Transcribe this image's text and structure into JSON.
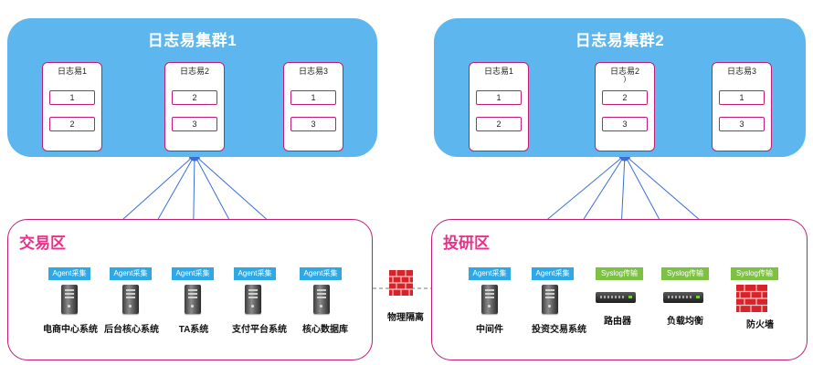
{
  "clusters": [
    {
      "title": "日志易集群1",
      "nodes": [
        {
          "label": "日志易1",
          "shards": [
            "1",
            "2"
          ]
        },
        {
          "label": "日志易2",
          "shards": [
            "2",
            "3"
          ]
        },
        {
          "label": "日志易3",
          "shards": [
            "1",
            "3"
          ]
        }
      ]
    },
    {
      "title": "日志易集群2",
      "nodes": [
        {
          "label": "日志易1",
          "shards": [
            "1",
            "2"
          ]
        },
        {
          "label": "日志易2",
          "stray": ")",
          "shards": [
            "2",
            "3"
          ]
        },
        {
          "label": "日志易3",
          "shards": [
            "1",
            "3"
          ]
        }
      ]
    }
  ],
  "zones": {
    "trade": {
      "title": "交易区",
      "devices": [
        {
          "tag": "Agent采集",
          "tag_type": "agent",
          "label": "电商中心系统",
          "icon": "server-icon"
        },
        {
          "tag": "Agent采集",
          "tag_type": "agent",
          "label": "后台核心系统",
          "icon": "server-icon"
        },
        {
          "tag": "Agent采集",
          "tag_type": "agent",
          "label": "TA系统",
          "icon": "server-icon"
        },
        {
          "tag": "Agent采集",
          "tag_type": "agent",
          "label": "支付平台系统",
          "icon": "server-icon"
        },
        {
          "tag": "Agent采集",
          "tag_type": "agent",
          "label": "核心数据库",
          "icon": "server-icon"
        }
      ]
    },
    "research": {
      "title": "投研区",
      "devices": [
        {
          "tag": "Agent采集",
          "tag_type": "agent",
          "label": "中间件",
          "icon": "server-icon"
        },
        {
          "tag": "Agent采集",
          "tag_type": "agent",
          "label": "投资交易系统",
          "icon": "server-icon"
        },
        {
          "tag": "Syslog传输",
          "tag_type": "syslog",
          "label": "路由器",
          "icon": "router-icon"
        },
        {
          "tag": "Syslog传输",
          "tag_type": "syslog",
          "label": "负载均衡",
          "icon": "router-icon"
        },
        {
          "tag": "Syslog传输",
          "tag_type": "syslog",
          "label": "防火墙",
          "icon": "firewall-icon"
        }
      ]
    }
  },
  "isolation": {
    "label": "物理隔离",
    "icon": "firewall-icon"
  },
  "colors": {
    "cluster_bg": "#5db7ee",
    "node_border": "#c21d76",
    "zone_title": "#e8318a",
    "agent_tag": "#2fa8e6",
    "syslog_tag": "#7cc142",
    "link": "#3b6fd8"
  }
}
